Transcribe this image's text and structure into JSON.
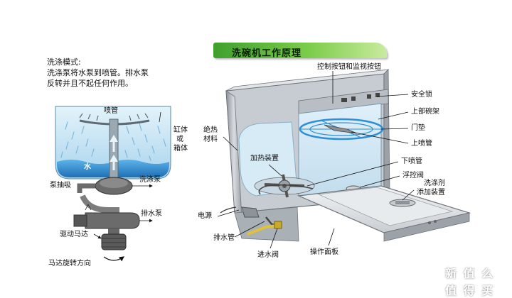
{
  "title": "洗碗机工作原理",
  "mode": {
    "heading": "洗涤模式:",
    "line1": "洗涤泵将水泵到喷管。排水泵",
    "line2": "反转并且不起任何作用。"
  },
  "left_labels": {
    "spray": "喷管",
    "tank1": "缸体",
    "tank2": "或",
    "tank3": "箱体",
    "water": "水",
    "sump": "泵抽吸",
    "wash_pump": "洗涤泵",
    "drain_pump": "排水泵",
    "motor": "驱动马达",
    "rotation": "马达旋转方向"
  },
  "right_labels": {
    "controls": "控制按钮和监视按钮",
    "safety_lock": "安全锁",
    "upper_rack": "上部碗架",
    "gasket": "门垫",
    "upper_spray": "上喷管",
    "insulation1": "绝热",
    "insulation2": "材料",
    "heater": "加热装置",
    "lower_spray": "下喷管",
    "float_valve": "浮控阀",
    "detergent1": "洗涤剂",
    "detergent2": "添加装置",
    "power": "电源",
    "drain_hose": "排水管",
    "inlet_valve": "进水阀",
    "panel": "操作面板"
  },
  "watermark": "新 值 么 值 得 买",
  "colors": {
    "banner": "#5fb73a",
    "water": "#2e8fd6",
    "tank": "#bfe2f3",
    "pump": "#6b6b6b",
    "inlet": "#e0c23a"
  }
}
